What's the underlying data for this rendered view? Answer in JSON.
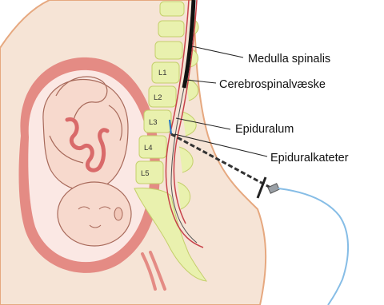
{
  "labels": {
    "medulla": "Medulla spinalis",
    "csf": "Cerebrospinalvæske",
    "epiduralum": "Epiduralum",
    "catheter": "Epiduralkateter"
  },
  "vertebrae": [
    "L1",
    "L2",
    "L3",
    "L4",
    "L5"
  ],
  "colors": {
    "skin": "#f6e4d6",
    "skin_outline": "#e6a87f",
    "uterus_wall": "#e48b84",
    "amniotic": "#fbe8e4",
    "bone": "#e9f1ae",
    "bone_outline": "#c4cf6b",
    "cord": "#c7424a",
    "catheter_line": "#86bde6",
    "leader": "#222222"
  }
}
